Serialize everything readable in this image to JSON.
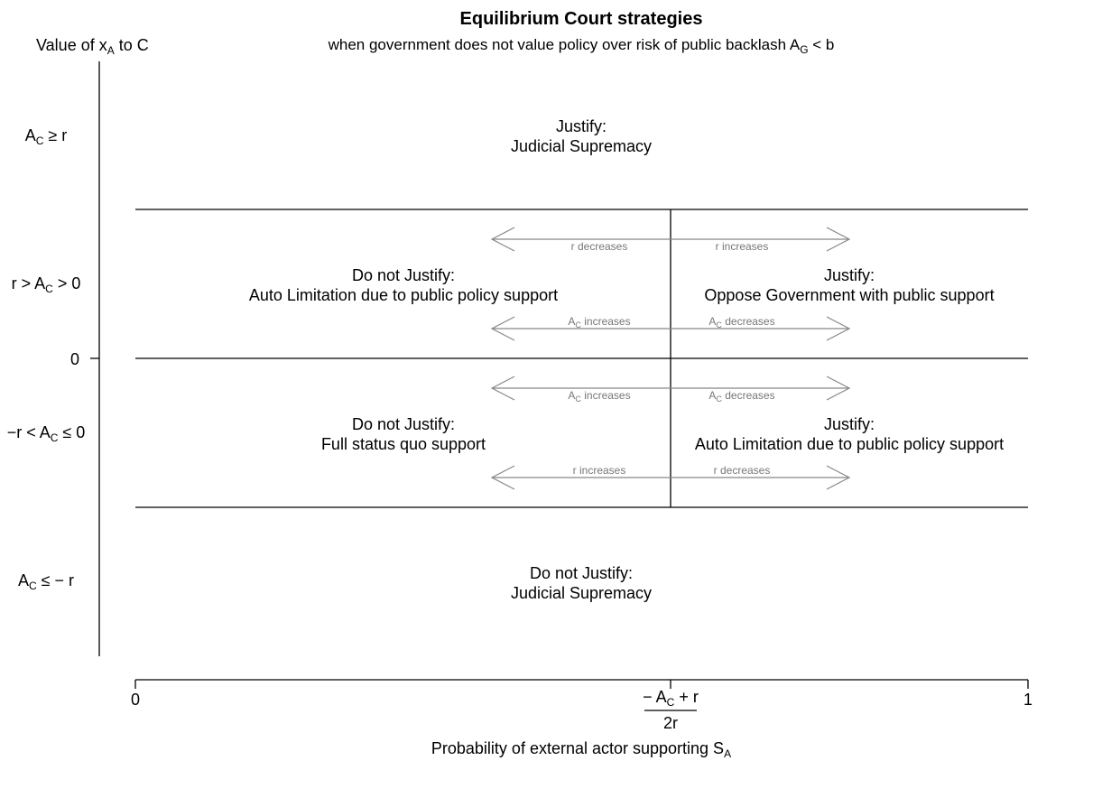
{
  "title": "Equilibrium Court strategies",
  "subtitle_main": "when government does not value policy over risk of public backlash A",
  "subtitle_sub": "G",
  "subtitle_tail": " < b",
  "y_axis": {
    "label_main": "Value of x",
    "label_sub": "A",
    "label_tail": " to C",
    "levels": [
      {
        "pre": "A",
        "sub": "C",
        "post": " ≥ r"
      },
      {
        "pre": "r > A",
        "sub": "C",
        "post": " > 0"
      },
      {
        "pre": "0",
        "sub": "",
        "post": ""
      },
      {
        "pre": "−r < A",
        "sub": "C",
        "post": " ≤ 0"
      },
      {
        "pre": "A",
        "sub": "C",
        "post": " ≤ − r"
      }
    ]
  },
  "x_axis": {
    "label_main": "Probability of external actor supporting S",
    "label_sub": "A",
    "tick_min": "0",
    "tick_max": "1",
    "threshold_num_pre": "− A",
    "threshold_num_sub": "C",
    "threshold_num_post": " + r",
    "threshold_den": "2r"
  },
  "regions": {
    "top": {
      "line1": "Justify:",
      "line2": "Judicial Supremacy"
    },
    "upper_left": {
      "line1": "Do not Justify:",
      "line2": "Auto Limitation due to public policy support"
    },
    "upper_right": {
      "line1": "Justify:",
      "line2": "Oppose Government with public support"
    },
    "lower_left": {
      "line1": "Do not Justify:",
      "line2": "Full status quo support"
    },
    "lower_right": {
      "line1": "Justify:",
      "line2": "Auto Limitation due to public policy support"
    },
    "bottom": {
      "line1": "Do not Justify:",
      "line2": "Judicial Supremacy"
    }
  },
  "arrows": {
    "a1_left": "r decreases",
    "a1_right": "r increases",
    "a2_left_pre": "A",
    "a2_left_sub": "C",
    "a2_left_post": " increases",
    "a2_right_pre": "A",
    "a2_right_sub": "C",
    "a2_right_post": " decreases",
    "a3_left_pre": "A",
    "a3_left_sub": "C",
    "a3_left_post": " increases",
    "a3_right_pre": "A",
    "a3_right_sub": "C",
    "a3_right_post": " decreases",
    "a4_left": "r increases",
    "a4_right": "r decreases"
  }
}
